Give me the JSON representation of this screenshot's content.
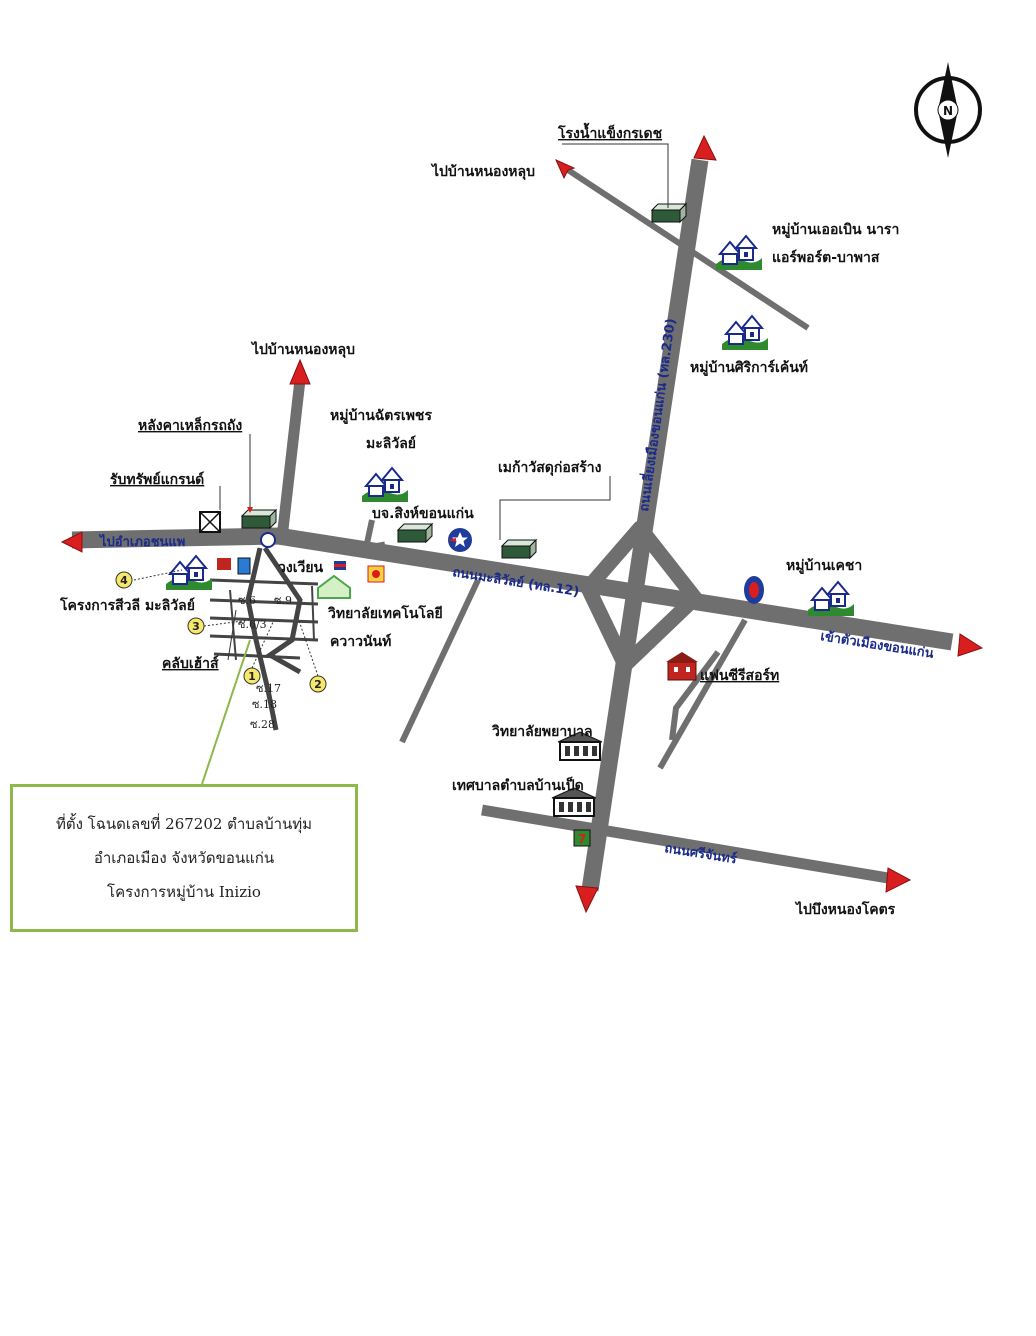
{
  "map": {
    "compass_letter": "N",
    "colors": {
      "road": "#6f6f6f",
      "arrow": "#d81e1e",
      "label_road": "#1a2a8a",
      "house_green": "#2f8a2f",
      "box_border": "#8db84a"
    },
    "destinations": {
      "nong_hlub_top": "ไปบ้านหนองหลุบ",
      "nong_hlub_mid": "ไปบ้านหนองหลุบ",
      "nong_khot": "ไปบึงหนองโคตร",
      "west": "ไปอำเภอชนแพ",
      "east": "เข้าตัวเมืองขอนแก่น"
    },
    "roads": {
      "ring_road": "ถนนเลี่ยงเมืองขอนแก่น (ทล.230)",
      "maliwan": "ถนนมะลิวัลย์ (ทล.12)",
      "sri_chan": "ถนนศรีจันทร์"
    },
    "places": {
      "ice_factory": "โรงน้ำแข็งกรเดช",
      "village_abin": "หมู่บ้านเออเบิน นารา",
      "village_abin_2": "แอร์พอร์ต-บาพาส",
      "village_sirikan": "หมู่บ้านศิริการ์เค้นท์",
      "village_chatphet": "หมู่บ้านฉัตรเพชร",
      "village_chatphet_2": "มะลิวัลย์",
      "mega_store": "เมก้าวัสดุก่อสร้าง",
      "singha": "บจ.สิงห์ขอนแก่น",
      "steel_roof": "หลังคาเหล็กรถถัง",
      "grand": "รับทรัพย์แกรนด์",
      "swieng": "วงเวียน",
      "tech_college": "วิทยาลัยเทคโนโลยี",
      "tech_college_2": "ควาวนันท์",
      "siwali": "โครงการสีวลี มะลิวัลย์",
      "club_house": "คลับเฮ้าส์",
      "village_khetcha": "หมู่บ้านเคชา",
      "fashion_resort": "แฟนซีรีสอร์ท",
      "nursing_college": "วิทยาลัยพยาบาล",
      "municipality": "เทศบาลตำบลบ้านเป็ด",
      "shop_7": "7"
    },
    "soi_labels": [
      "ซ.6",
      "ซ.9",
      "ซ.6/3",
      "ซ.17",
      "ซ.18",
      "ซ.28"
    ],
    "markers": [
      "1",
      "2",
      "3",
      "4"
    ]
  },
  "info_box": {
    "line1": "ที่ตั้ง โฉนดเลขที่ 267202 ตำบลบ้านทุ่ม",
    "line2": "อำเภอเมือง จังหวัดขอนแก่น",
    "line3": "โครงการหมู่บ้าน Inizio"
  }
}
